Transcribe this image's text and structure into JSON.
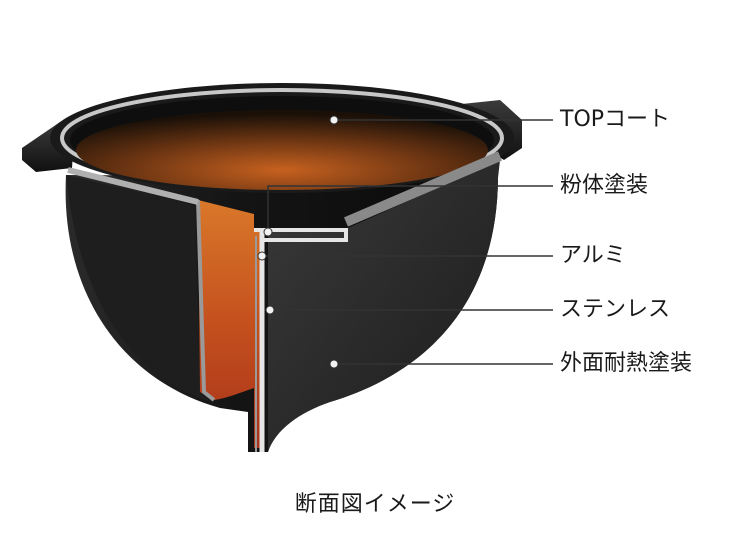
{
  "labels": {
    "top_coat": "TOPコート",
    "powder_coat": "粉体塗装",
    "aluminum": "アルミ",
    "stainless": "ステンレス",
    "outer_coat": "外面耐熱塗装"
  },
  "caption": "断面図イメージ",
  "colors": {
    "background": "#ffffff",
    "pot_body": "#141414",
    "rim_highlight": "#c8c8c8",
    "cross_section_core": "#d45a1e",
    "leader_line": "#333333",
    "text": "#1a1a1a"
  }
}
